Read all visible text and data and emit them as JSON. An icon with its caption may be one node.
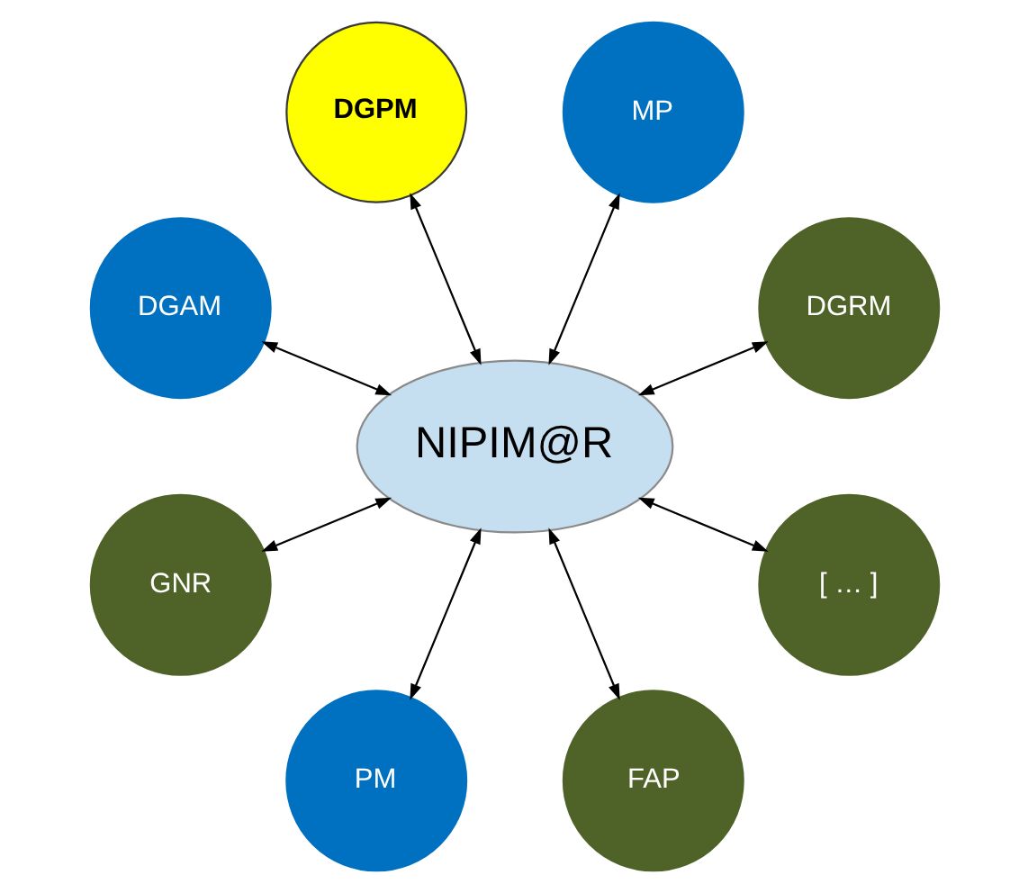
{
  "diagram": {
    "nodes": [
      {
        "text": [
          "NIPIM@R"
        ]
      },
      {
        "text": [
          "DGRM"
        ]
      },
      {
        "text": [
          "MP"
        ]
      },
      {
        "text": [
          "DGPM"
        ]
      },
      {
        "text": [
          "DGAM"
        ]
      },
      {
        "text": [
          "GNR"
        ]
      },
      {
        "text": [
          "PM"
        ]
      },
      {
        "text": [
          "FAP"
        ]
      },
      {
        "text": [
          "[ … ]"
        ]
      }
    ],
    "edges": [
      {
        "from": 1,
        "to": 0,
        "arrow": "both"
      },
      {
        "from": 2,
        "to": 0,
        "arrow": "both"
      },
      {
        "from": 3,
        "to": 0,
        "arrow": "both"
      },
      {
        "from": 4,
        "to": 0,
        "arrow": "both"
      },
      {
        "from": 5,
        "to": 0,
        "arrow": "both"
      },
      {
        "from": 6,
        "to": 0,
        "arrow": "both"
      },
      {
        "from": 7,
        "to": 0,
        "arrow": "both"
      },
      {
        "from": 8,
        "to": 0,
        "arrow": "both"
      }
    ]
  }
}
